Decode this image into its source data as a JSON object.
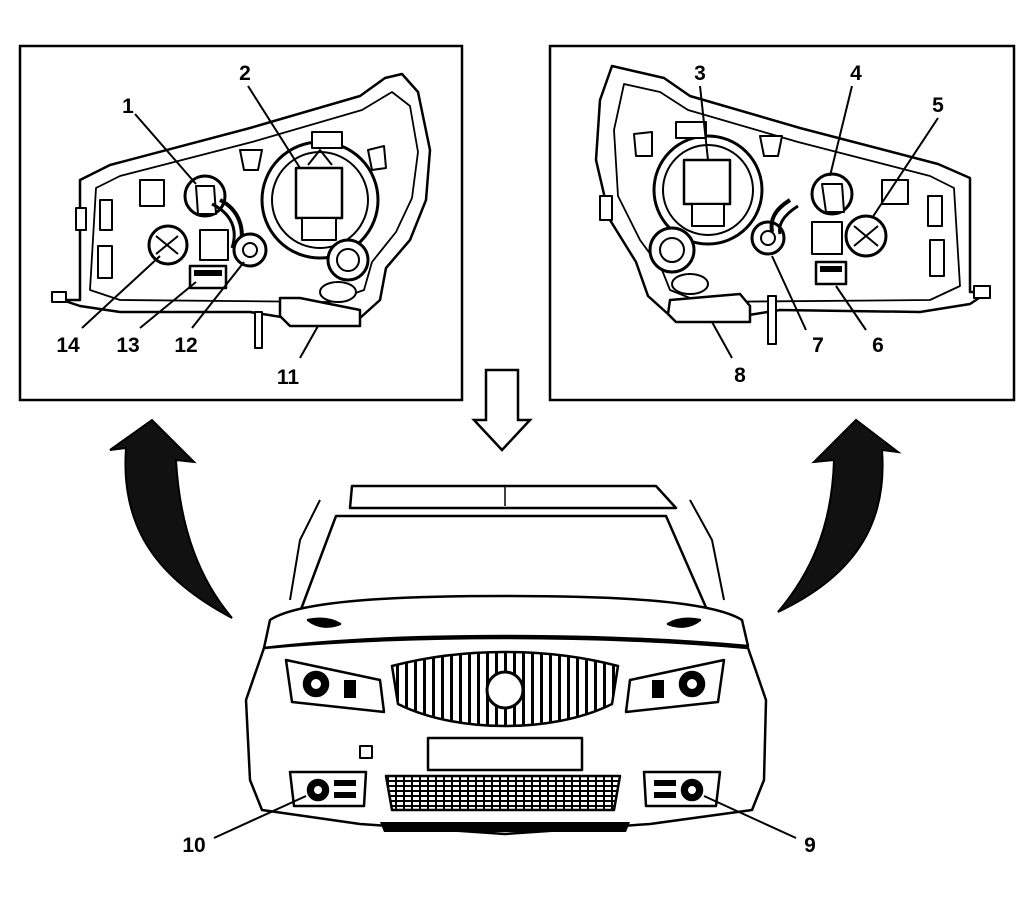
{
  "diagram": {
    "left_panel": {
      "callouts": [
        {
          "id": "1",
          "text": "1"
        },
        {
          "id": "2",
          "text": "2"
        },
        {
          "id": "14",
          "text": "14"
        },
        {
          "id": "13",
          "text": "13"
        },
        {
          "id": "12",
          "text": "12"
        },
        {
          "id": "11",
          "text": "11"
        }
      ]
    },
    "right_panel": {
      "callouts": [
        {
          "id": "3",
          "text": "3"
        },
        {
          "id": "4",
          "text": "4"
        },
        {
          "id": "5",
          "text": "5"
        },
        {
          "id": "7",
          "text": "7"
        },
        {
          "id": "6",
          "text": "6"
        },
        {
          "id": "8",
          "text": "8"
        }
      ]
    },
    "vehicle": {
      "callouts": [
        {
          "id": "10",
          "text": "10"
        },
        {
          "id": "9",
          "text": "9"
        }
      ]
    },
    "colors": {
      "line": "#000000",
      "background": "#ffffff",
      "fill_dark": "#1a1a1a"
    }
  }
}
